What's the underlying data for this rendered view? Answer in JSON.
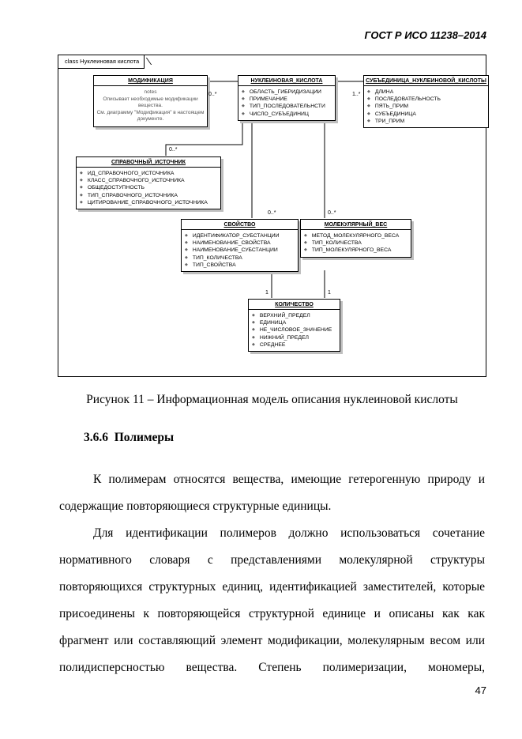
{
  "header": {
    "text": "ГОСТ Р ИСО 11238–2014"
  },
  "diagram": {
    "frame_label": "class Нуклеиновая кислота",
    "classes": {
      "modification": {
        "title": "МОДИФИКАЦИЯ",
        "note": [
          "notes",
          "Описывает необходимые модификации вещества.",
          "См. диаграмму \"Модификация\" в настоящем документе."
        ]
      },
      "nucleic_acid": {
        "title": "НУКЛЕИНОВАЯ_КИСЛОТА",
        "attrs": [
          "ОБЛАСТЬ_ГИБРИДИЗАЦИИ",
          "ПРИМЕЧАНИЕ",
          "ТИП_ПОСЛЕДОВАТЕЛЬНСТИ",
          "ЧИСЛО_СУБЪЕДИНИЦ"
        ]
      },
      "subunit": {
        "title": "СУБЪЕДИНИЦА_НУКЛЕИНОВОЙ_КИСЛОТЫ",
        "attrs": [
          "ДЛИНА",
          "ПОСЛЕДОВАТЕЛЬНОСТЬ",
          "ПЯТЬ_ПРИМ",
          "СУБЪЕДИНИЦА",
          "ТРИ_ПРИМ"
        ]
      },
      "reference_source": {
        "title": "СПРАВОЧНЫЙ_ИСТОЧНИК",
        "attrs": [
          "ИД_СПРАВОЧНОГО_ИСТОЧНИКА",
          "КЛАСС_СПРАВОЧНОГО_ИСТОЧНИКА",
          "ОБЩЕДОСТУПНОСТЬ",
          "ТИП_СПРАВОЧНОГО_ИСТОЧНИКА",
          "ЦИТИРОВАНИЕ_СПРАВОЧНОГО_ИСТОЧНИКА"
        ]
      },
      "property": {
        "title": "СВОЙСТВО",
        "attrs": [
          "ИДЕНТИФИКАТОР_СУБСТАНЦИИ",
          "НАИМЕНОВАНИЕ_СВОЙСТВА",
          "НАИМЕНОВАНИЕ_СУБСТАНЦИИ",
          "ТИП_КОЛИЧЕСТВА",
          "ТИП_СВОЙСТВА"
        ]
      },
      "molecular_weight": {
        "title": "МОЛЕКУЛЯРНЫЙ_ВЕС",
        "attrs": [
          "МЕТОД_МОЛЕКУЛЯРНОГО_ВЕСА",
          "ТИП_КОЛИЧЕСТВА",
          "ТИП_МОЛЕКУЛЯРНОГО_ВЕСА"
        ]
      },
      "amount": {
        "title": "КОЛИЧЕСТВО",
        "attrs": [
          "ВЕРХНИЙ_ПРЕДЕЛ",
          "ЕДИНИЦА",
          "НЕ_ЧИСЛОВОЕ_ЗНАЧЕНИЕ",
          "НИЖНИЙ_ПРЕДЕЛ",
          "СРЕДНЕЕ"
        ]
      }
    },
    "multiplicities": {
      "modification": "0..*",
      "subunit": "1..*",
      "reference_source": "0..*",
      "property": "0..*",
      "molecular_weight": "0..*",
      "amount_left": "1",
      "amount_right": "1"
    }
  },
  "caption": "Рисунок 11 – Информационная модель описания нуклеиновой кислоты",
  "section": {
    "number": "3.6.6",
    "title": "Полимеры"
  },
  "paragraph1": [
    "К полимерам относятся вещества, имеющие гетерогенную природу и",
    "содержащие повторяющиеся структурные единицы."
  ],
  "paragraph2": [
    "Для идентификации полимеров должно использоваться сочетание",
    "нормативного словаря с представлениями молекулярной структуры",
    "повторяющихся структурных единиц, идентификацией заместителей, которые",
    "присоединены к повторяющейся структурной единице и описаны как как",
    "фрагмент или составляющий элемент модификации, молекулярным весом или",
    "полидисперсностью вещества. Степень полимеризации, мономеры,"
  ],
  "page_number": "47"
}
